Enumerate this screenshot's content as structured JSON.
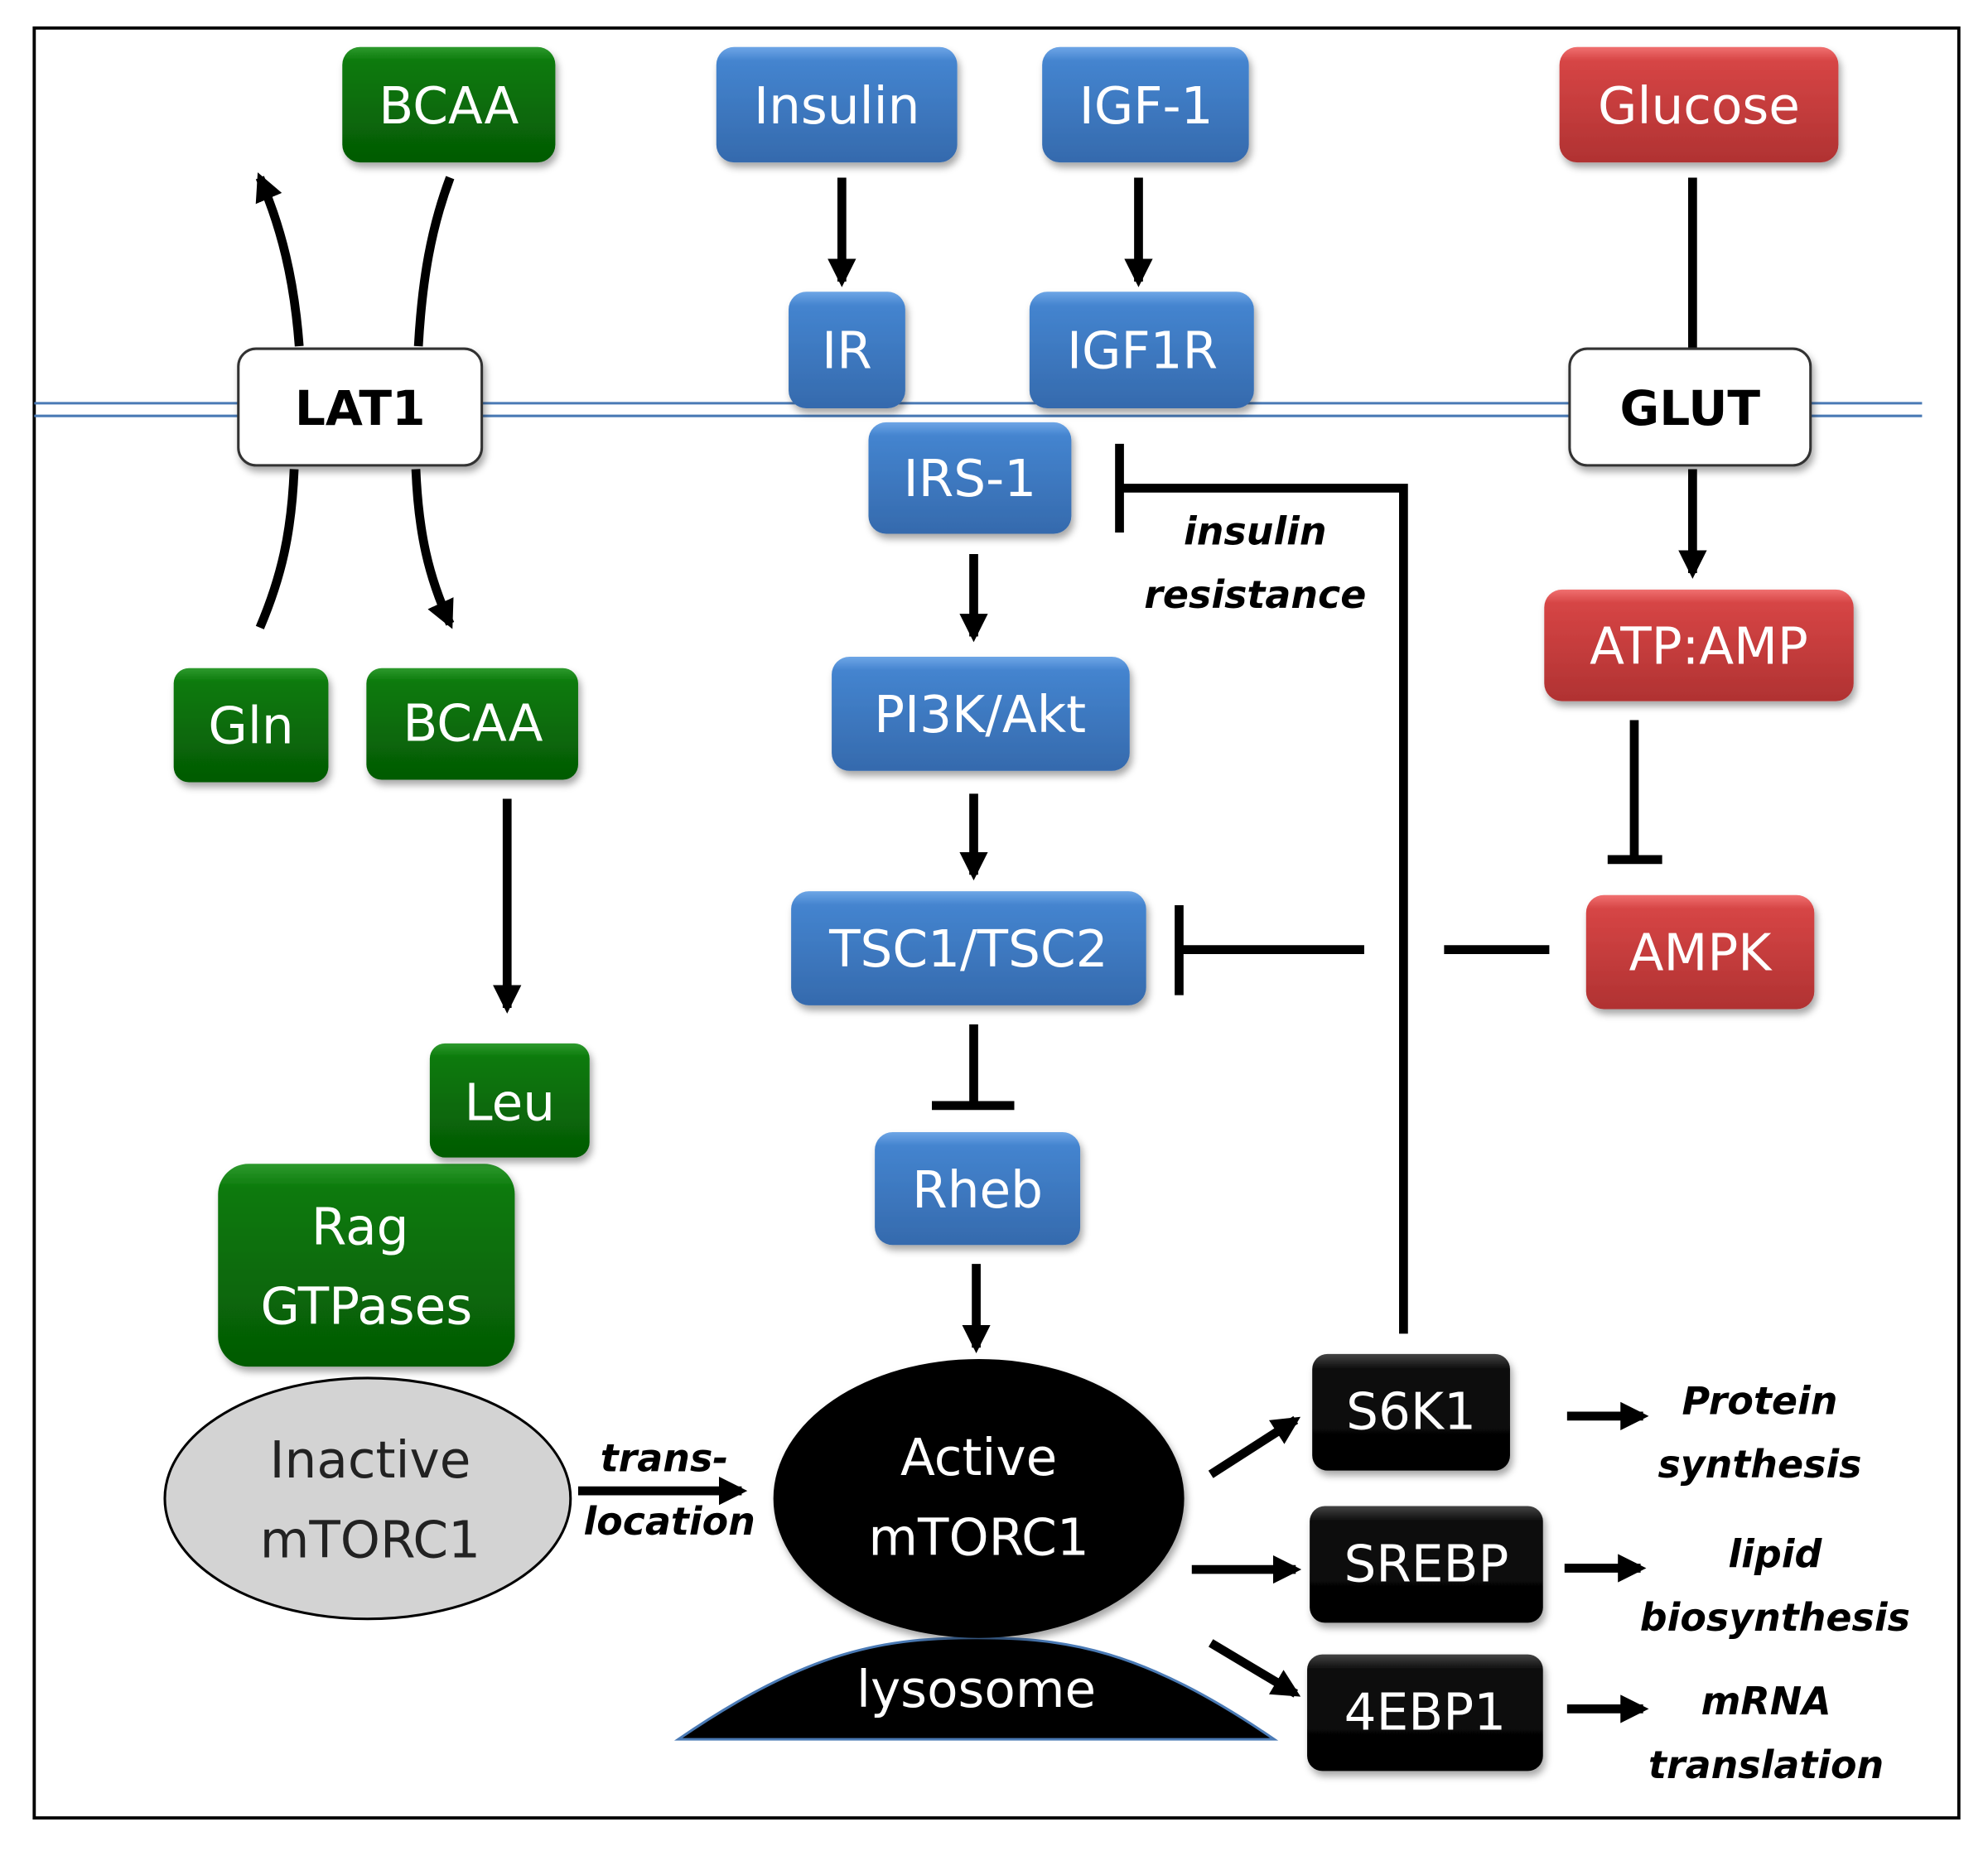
{
  "nodes": {
    "bcaa_top": "BCAA",
    "insulin": "Insulin",
    "igf1": "IGF-1",
    "glucose": "Glucose",
    "lat1": "LAT1",
    "ir": "IR",
    "igf1r": "IGF1R",
    "glut": "GLUT",
    "irs1": "IRS-1",
    "atp_amp": "ATP:AMP",
    "gln": "Gln",
    "bcaa_bottom": "BCAA",
    "pi3k_akt": "PI3K/Akt",
    "tsc": "TSC1/TSC2",
    "ampk": "AMPK",
    "leu": "Leu",
    "rag_line1": "Rag",
    "rag_line2": "GTPases",
    "rheb": "Rheb",
    "inactive_line1": "Inactive",
    "inactive_line2": "mTORC1",
    "active_line1": "Active",
    "active_line2": "mTORC1",
    "lysosome": "lysosome",
    "s6k1": "S6K1",
    "srebp": "SREBP",
    "ebp1": "4EBP1"
  },
  "annotations": {
    "insulin_resistance_1": "insulin",
    "insulin_resistance_2": "resistance",
    "translocation_1": "trans-",
    "translocation_2": "location",
    "protein_1": "Protein",
    "protein_2": "synthesis",
    "lipid_1": "lipid",
    "lipid_2": "biosynthesis",
    "mrna_1": "mRNA",
    "mrna_2": "translation"
  },
  "colors": {
    "green": "#0a6b0a",
    "blue": "#3f7cc4",
    "red": "#cc3b3b",
    "black": "#000000",
    "membrane": "#4a7ab5",
    "inactive": "#d3d3d3"
  }
}
